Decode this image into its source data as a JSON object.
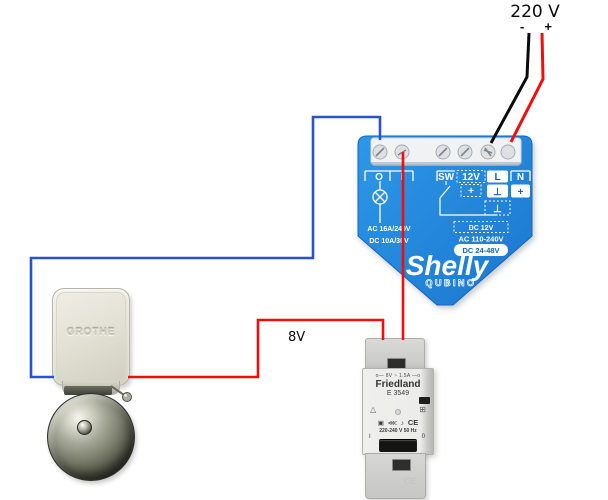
{
  "power": {
    "label": "220 V",
    "minus": "-",
    "plus": "+"
  },
  "labels": {
    "secondary_voltage": "8V"
  },
  "shelly": {
    "brand": "Shelly",
    "sub_brand": "QUBINO",
    "terminals": {
      "o": "O",
      "i": "I",
      "sw": "SW",
      "v12": "12V",
      "l": "L",
      "n": "N"
    },
    "marks": {
      "plus_12v": "+",
      "neutral_l": "⊥",
      "neutral_l2": "⊥",
      "plus_n": "+"
    },
    "ratings": {
      "left1": "AC 16A/240V",
      "left2": "DC 10A/30V",
      "right1": "DC 12V",
      "right2": "AC 110-240V",
      "right3": "DC 24-48V"
    },
    "colors": {
      "body_blue": "#1f86dd",
      "accent_blue": "#1565c0"
    }
  },
  "bell": {
    "brand": "GROTHE"
  },
  "transformer": {
    "rating_line": "o— 8V ~ 1.5A —o",
    "brand": "Friedland",
    "model": "E 3549",
    "mains_line": "220-240 V 50 Hz",
    "on_mark": "I",
    "off_mark": "0",
    "icons": {
      "class_ii": "▣",
      "approval": "⋘",
      "bell": "♪",
      "ce_mark": "CE",
      "safety_triangle": "△",
      "vent": "⊞"
    }
  },
  "wires": {
    "blue": "#2a52cc",
    "red": "#f20d0d",
    "black": "#0b0b0b"
  }
}
